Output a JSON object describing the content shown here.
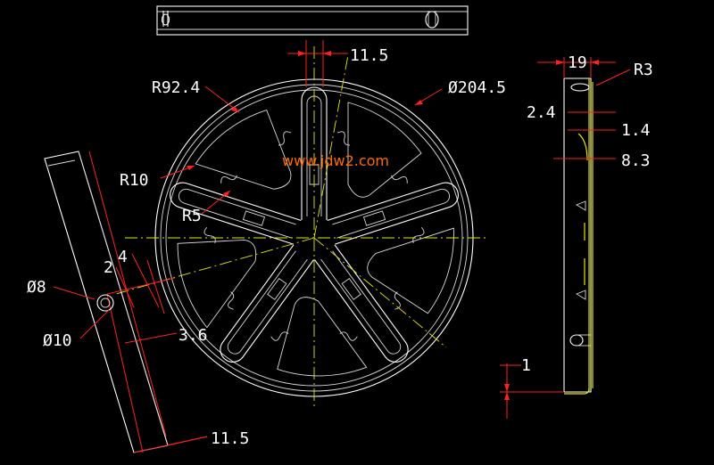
{
  "dimensions": {
    "width_top": "11.5",
    "radius_outer_arc": "R92.4",
    "diameter_outer": "Ø204.5",
    "radius_fillet": "R10",
    "radius_slot": "R5",
    "diameter_hole_small": "Ø8",
    "diameter_hole_large": "Ø10",
    "gap_2": "2",
    "gap_4": "4",
    "offset_3_6": "3.6",
    "width_bottom": "11.5",
    "side_width": "19",
    "side_radius": "R3",
    "side_thickness": "2.4",
    "side_lip": "1.4",
    "side_depth": "8.3",
    "side_bottom": "1"
  },
  "watermark": "www.jdw2.com",
  "colors": {
    "background": "#000000",
    "outline": "#ffffff",
    "dimension": "#ff2020",
    "centerline": "#e6e600",
    "watermark": "#ff6a00"
  }
}
